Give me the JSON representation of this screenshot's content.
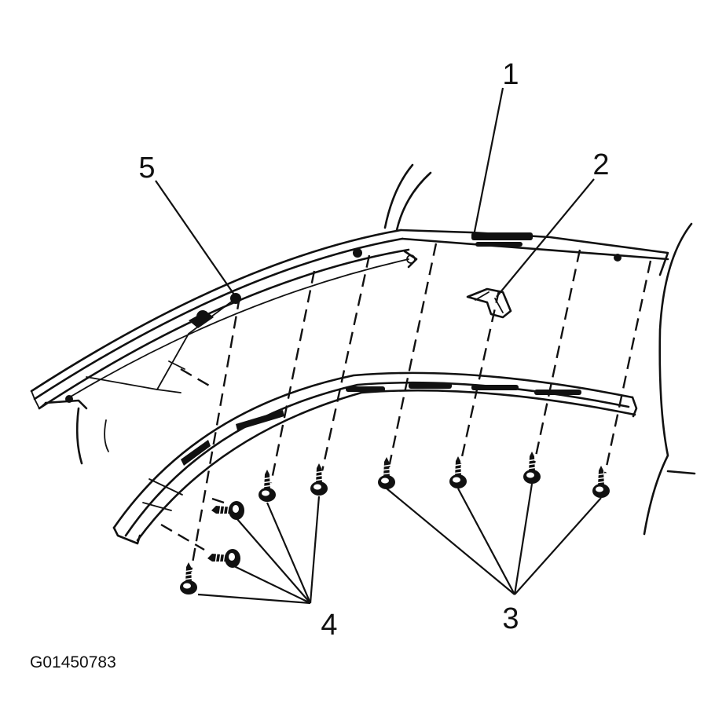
{
  "callouts": {
    "c1": "1",
    "c2": "2",
    "c3": "3",
    "c4": "4",
    "c5": "5"
  },
  "figure_code": "G01450783"
}
